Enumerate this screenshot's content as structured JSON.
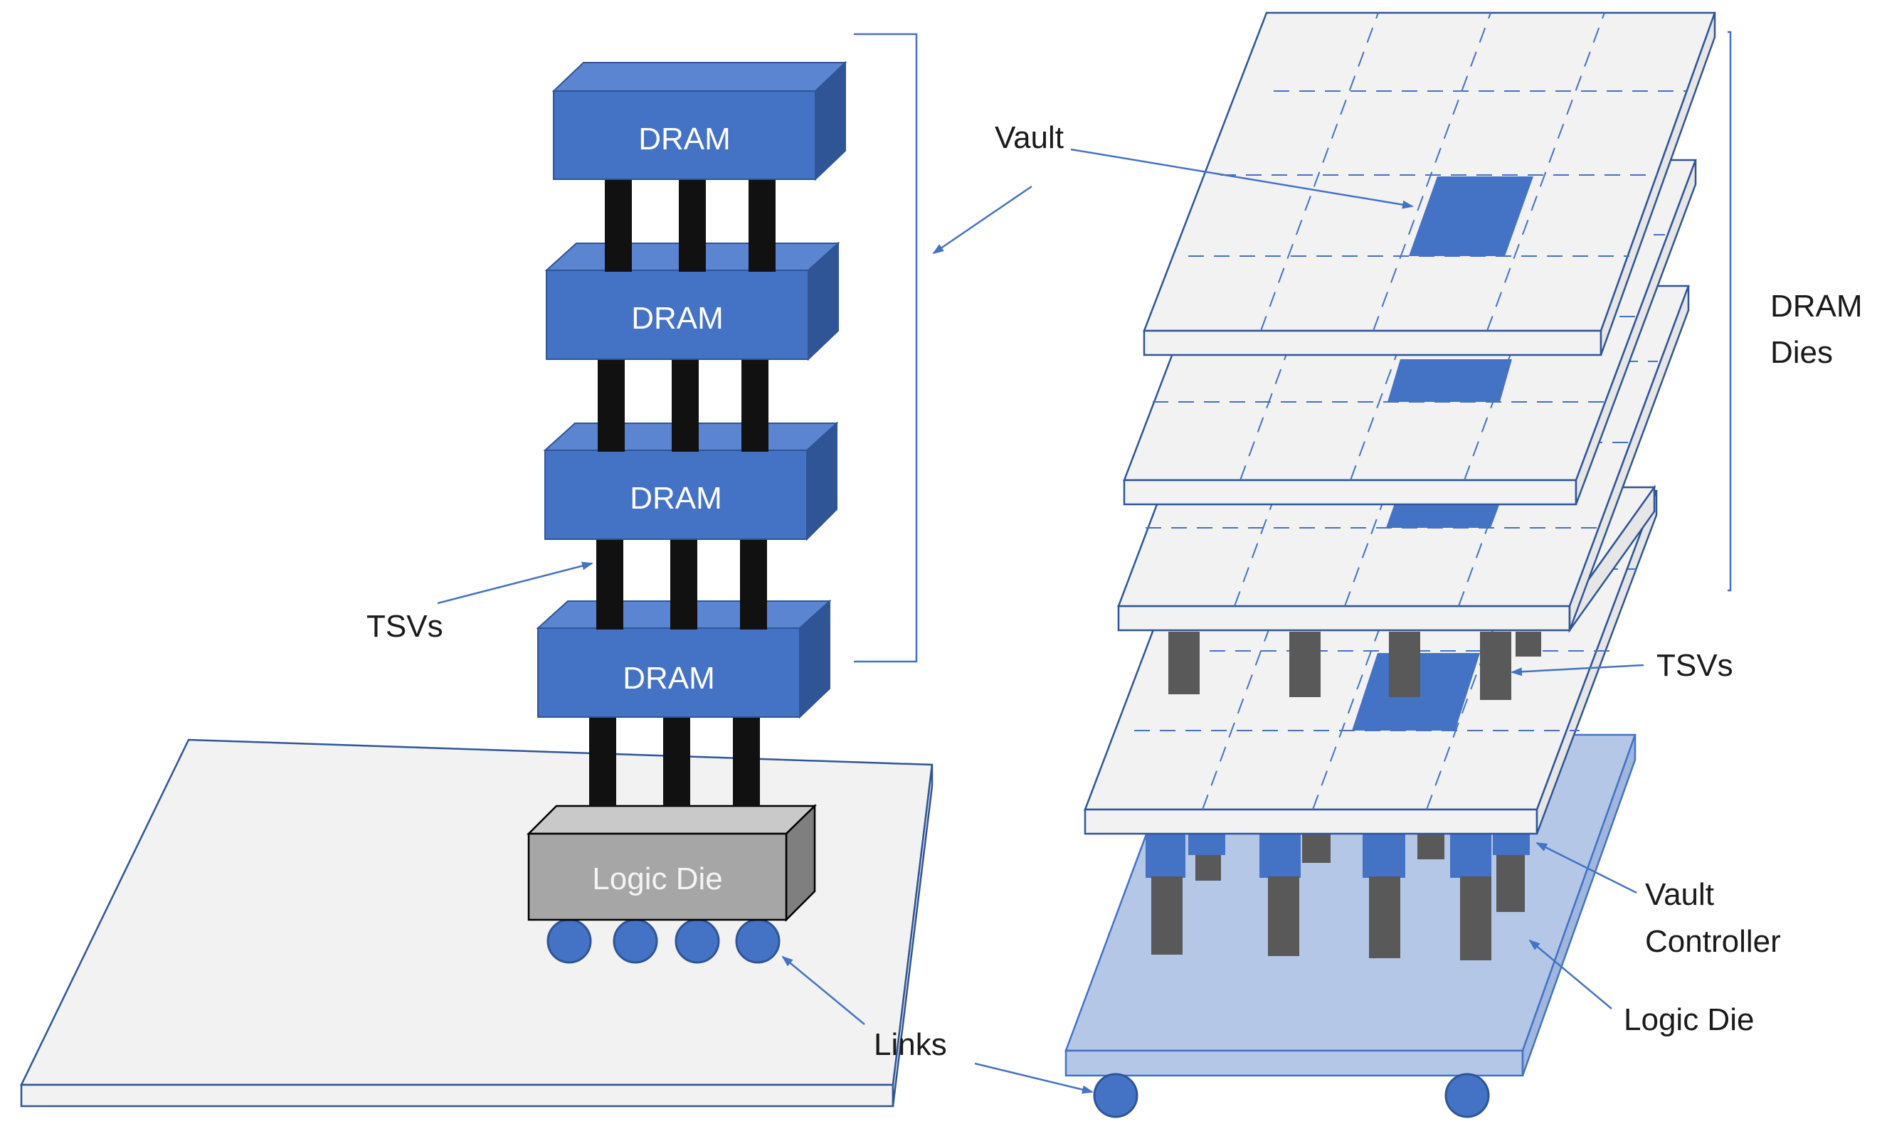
{
  "left_stack": {
    "dram_labels": [
      "DRAM",
      "DRAM",
      "DRAM",
      "DRAM"
    ],
    "logic_die_label": "Logic Die",
    "tsvs_label": "TSVs",
    "links_label": "Links"
  },
  "right_stack": {
    "vault_label": "Vault",
    "dram_dies_label_line1": "DRAM",
    "dram_dies_label_line2": "Dies",
    "tsvs_label": "TSVs",
    "vault_controller_line1": "Vault",
    "vault_controller_line2": "Controller",
    "logic_die_label": "Logic Die"
  },
  "colors": {
    "dram_front": "#4472c4",
    "dram_top": "#5b85d1",
    "dram_side": "#2f5597",
    "tsv_dark": "#111111",
    "logic_front": "#a6a6a6",
    "logic_top": "#c9c9c9",
    "logic_side": "#7f7f7f",
    "board_fill": "#f2f2f2",
    "board_line": "#2f5597",
    "pillar": "#595959",
    "logic_plate": "#b4c7e7",
    "vault_blue": "#4472c4",
    "arrow": "#4472c4"
  }
}
